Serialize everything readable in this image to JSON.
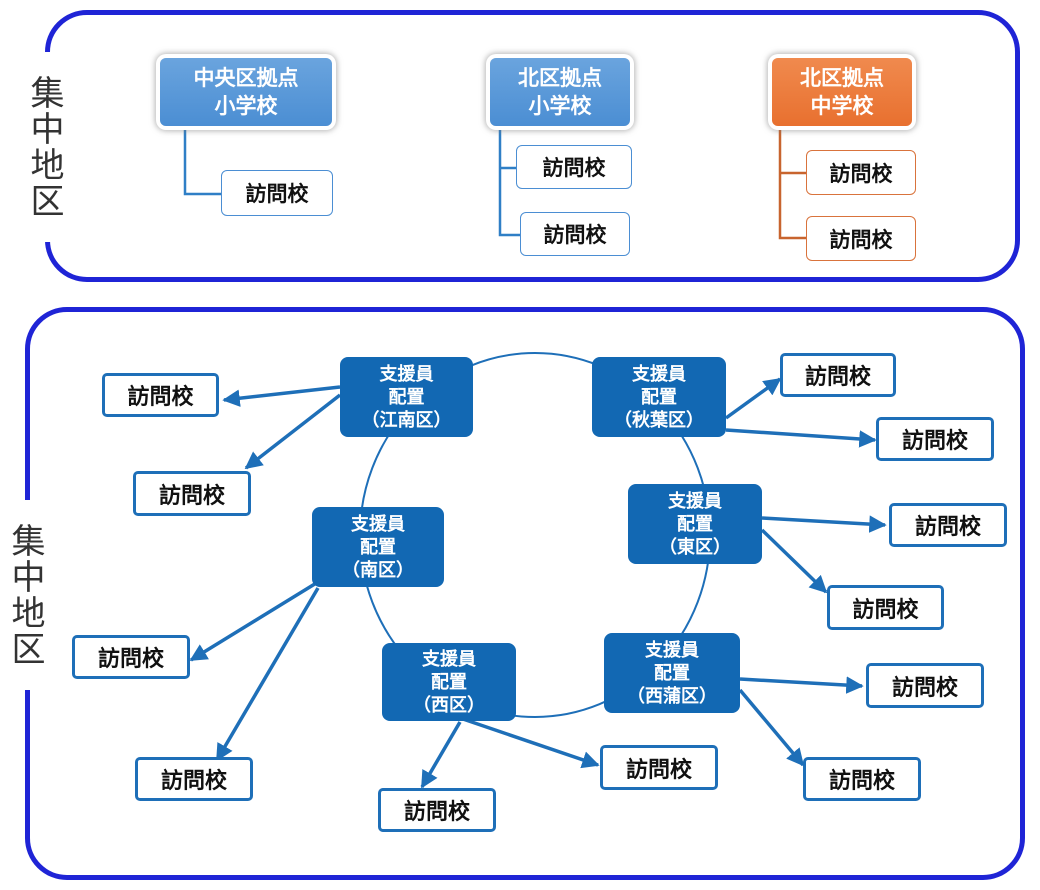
{
  "top": {
    "label": "集中地区",
    "hubs": [
      {
        "label": "中央区拠点\n小学校",
        "color": "#4b8ed3",
        "visits": [
          "訪問校"
        ]
      },
      {
        "label": "北区拠点\n小学校",
        "color": "#4b8ed3",
        "visits": [
          "訪問校",
          "訪問校"
        ]
      },
      {
        "label": "北区拠点\n中学校",
        "color": "#e8702f",
        "visits": [
          "訪問校",
          "訪問校"
        ]
      }
    ]
  },
  "bottom": {
    "label": "集中地区",
    "staff": [
      {
        "line1": "支援員",
        "line2": "配置",
        "line3": "（江南区）",
        "visits": [
          "訪問校",
          "訪問校"
        ]
      },
      {
        "line1": "支援員",
        "line2": "配置",
        "line3": "（秋葉区）",
        "visits": [
          "訪問校",
          "訪問校"
        ]
      },
      {
        "line1": "支援員",
        "line2": "配置",
        "line3": "（南区）",
        "visits": [
          "訪問校",
          "訪問校"
        ]
      },
      {
        "line1": "支援員",
        "line2": "配置",
        "line3": "（東区）",
        "visits": [
          "訪問校",
          "訪問校"
        ]
      },
      {
        "line1": "支援員",
        "line2": "配置",
        "line3": "（西区）",
        "visits": [
          "訪問校",
          "訪問校"
        ]
      },
      {
        "line1": "支援員",
        "line2": "配置",
        "line3": "（西蒲区）",
        "visits": [
          "訪問校",
          "訪問校"
        ]
      }
    ]
  },
  "colors": {
    "frame": "#1f24d6",
    "staff": "#1268b3",
    "hub_blue": "#4b8ed3",
    "hub_orange": "#e8702f"
  }
}
